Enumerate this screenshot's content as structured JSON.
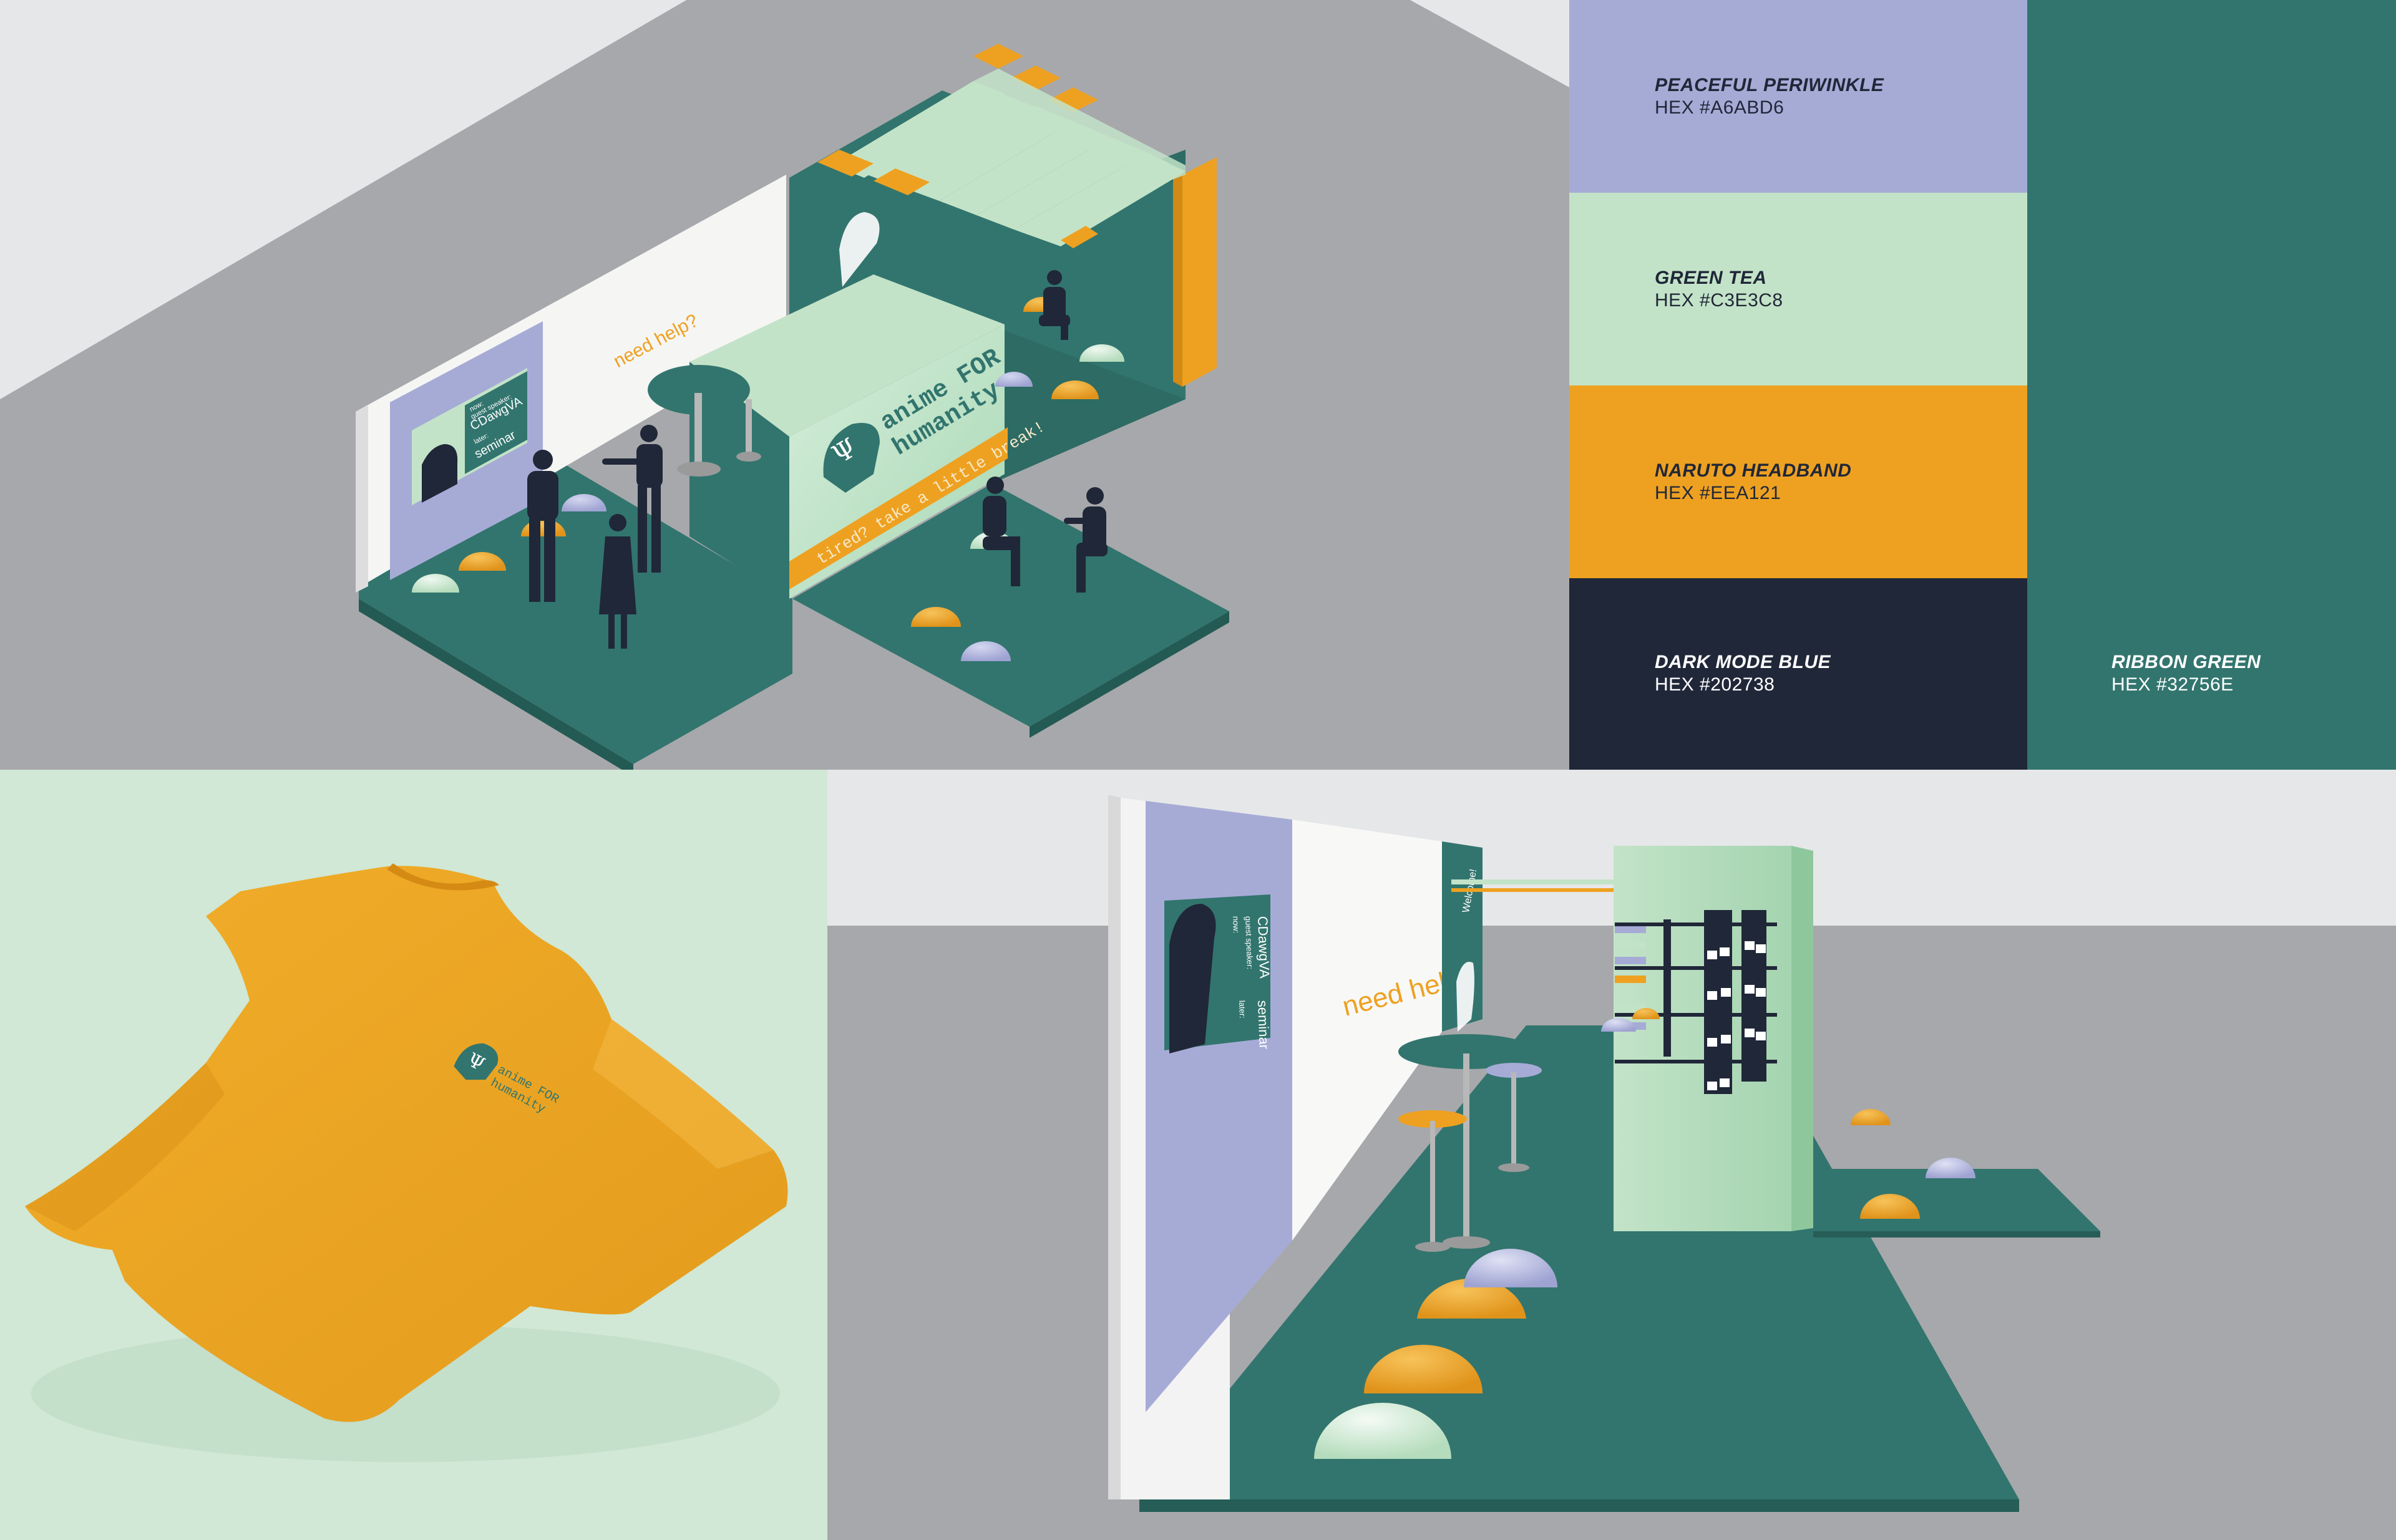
{
  "palette": {
    "swatches": [
      {
        "name": "PEACEFUL PERIWINKLE",
        "hex": "HEX #A6ABD6",
        "color": "#A6ABD6",
        "text_color": "#202738"
      },
      {
        "name": "GREEN TEA",
        "hex": "HEX #C3E3C8",
        "color": "#C3E3C8",
        "text_color": "#202738"
      },
      {
        "name": "NARUTO HEADBAND",
        "hex": "HEX #EEA121",
        "color": "#EEA121",
        "text_color": "#202738"
      },
      {
        "name": "DARK MODE BLUE",
        "hex": "HEX #202738",
        "color": "#202738",
        "text_color": "#ffffff"
      },
      {
        "name": "RIBBON GREEN",
        "hex": "HEX #32756E",
        "color": "#32756E",
        "text_color": "#ffffff"
      }
    ]
  },
  "booth_iso": {
    "wall_text": "need help?",
    "screen_now_label": "now:",
    "screen_speaker_label": "guest speaker:",
    "screen_speaker": "CDawgVA",
    "screen_later_label": "later:",
    "screen_later": "seminar",
    "counter_brand_1": "anime FOR",
    "counter_brand_2": "humanity",
    "counter_ribbon": "tired? take a little break!"
  },
  "tshirt": {
    "print_1": "anime FOR",
    "print_2": "humanity"
  },
  "booth_persp": {
    "screen_now": "now:",
    "screen_speaker_label": "guest speaker:",
    "screen_speaker": "CDawgVA",
    "screen_later_label": "later:",
    "screen_later": "seminar",
    "wall_text": "need help?",
    "welcome_text": "Welcome!"
  },
  "colors": {
    "periwinkle": "#A6ABD6",
    "green_tea": "#C3E3C8",
    "headband": "#EEA121",
    "dark_blue": "#202738",
    "ribbon_green": "#32756E",
    "floor_grey": "#a7a8ab",
    "sky_grey": "#e6e7e9"
  },
  "icons": [
    "psi-logo-icon"
  ]
}
